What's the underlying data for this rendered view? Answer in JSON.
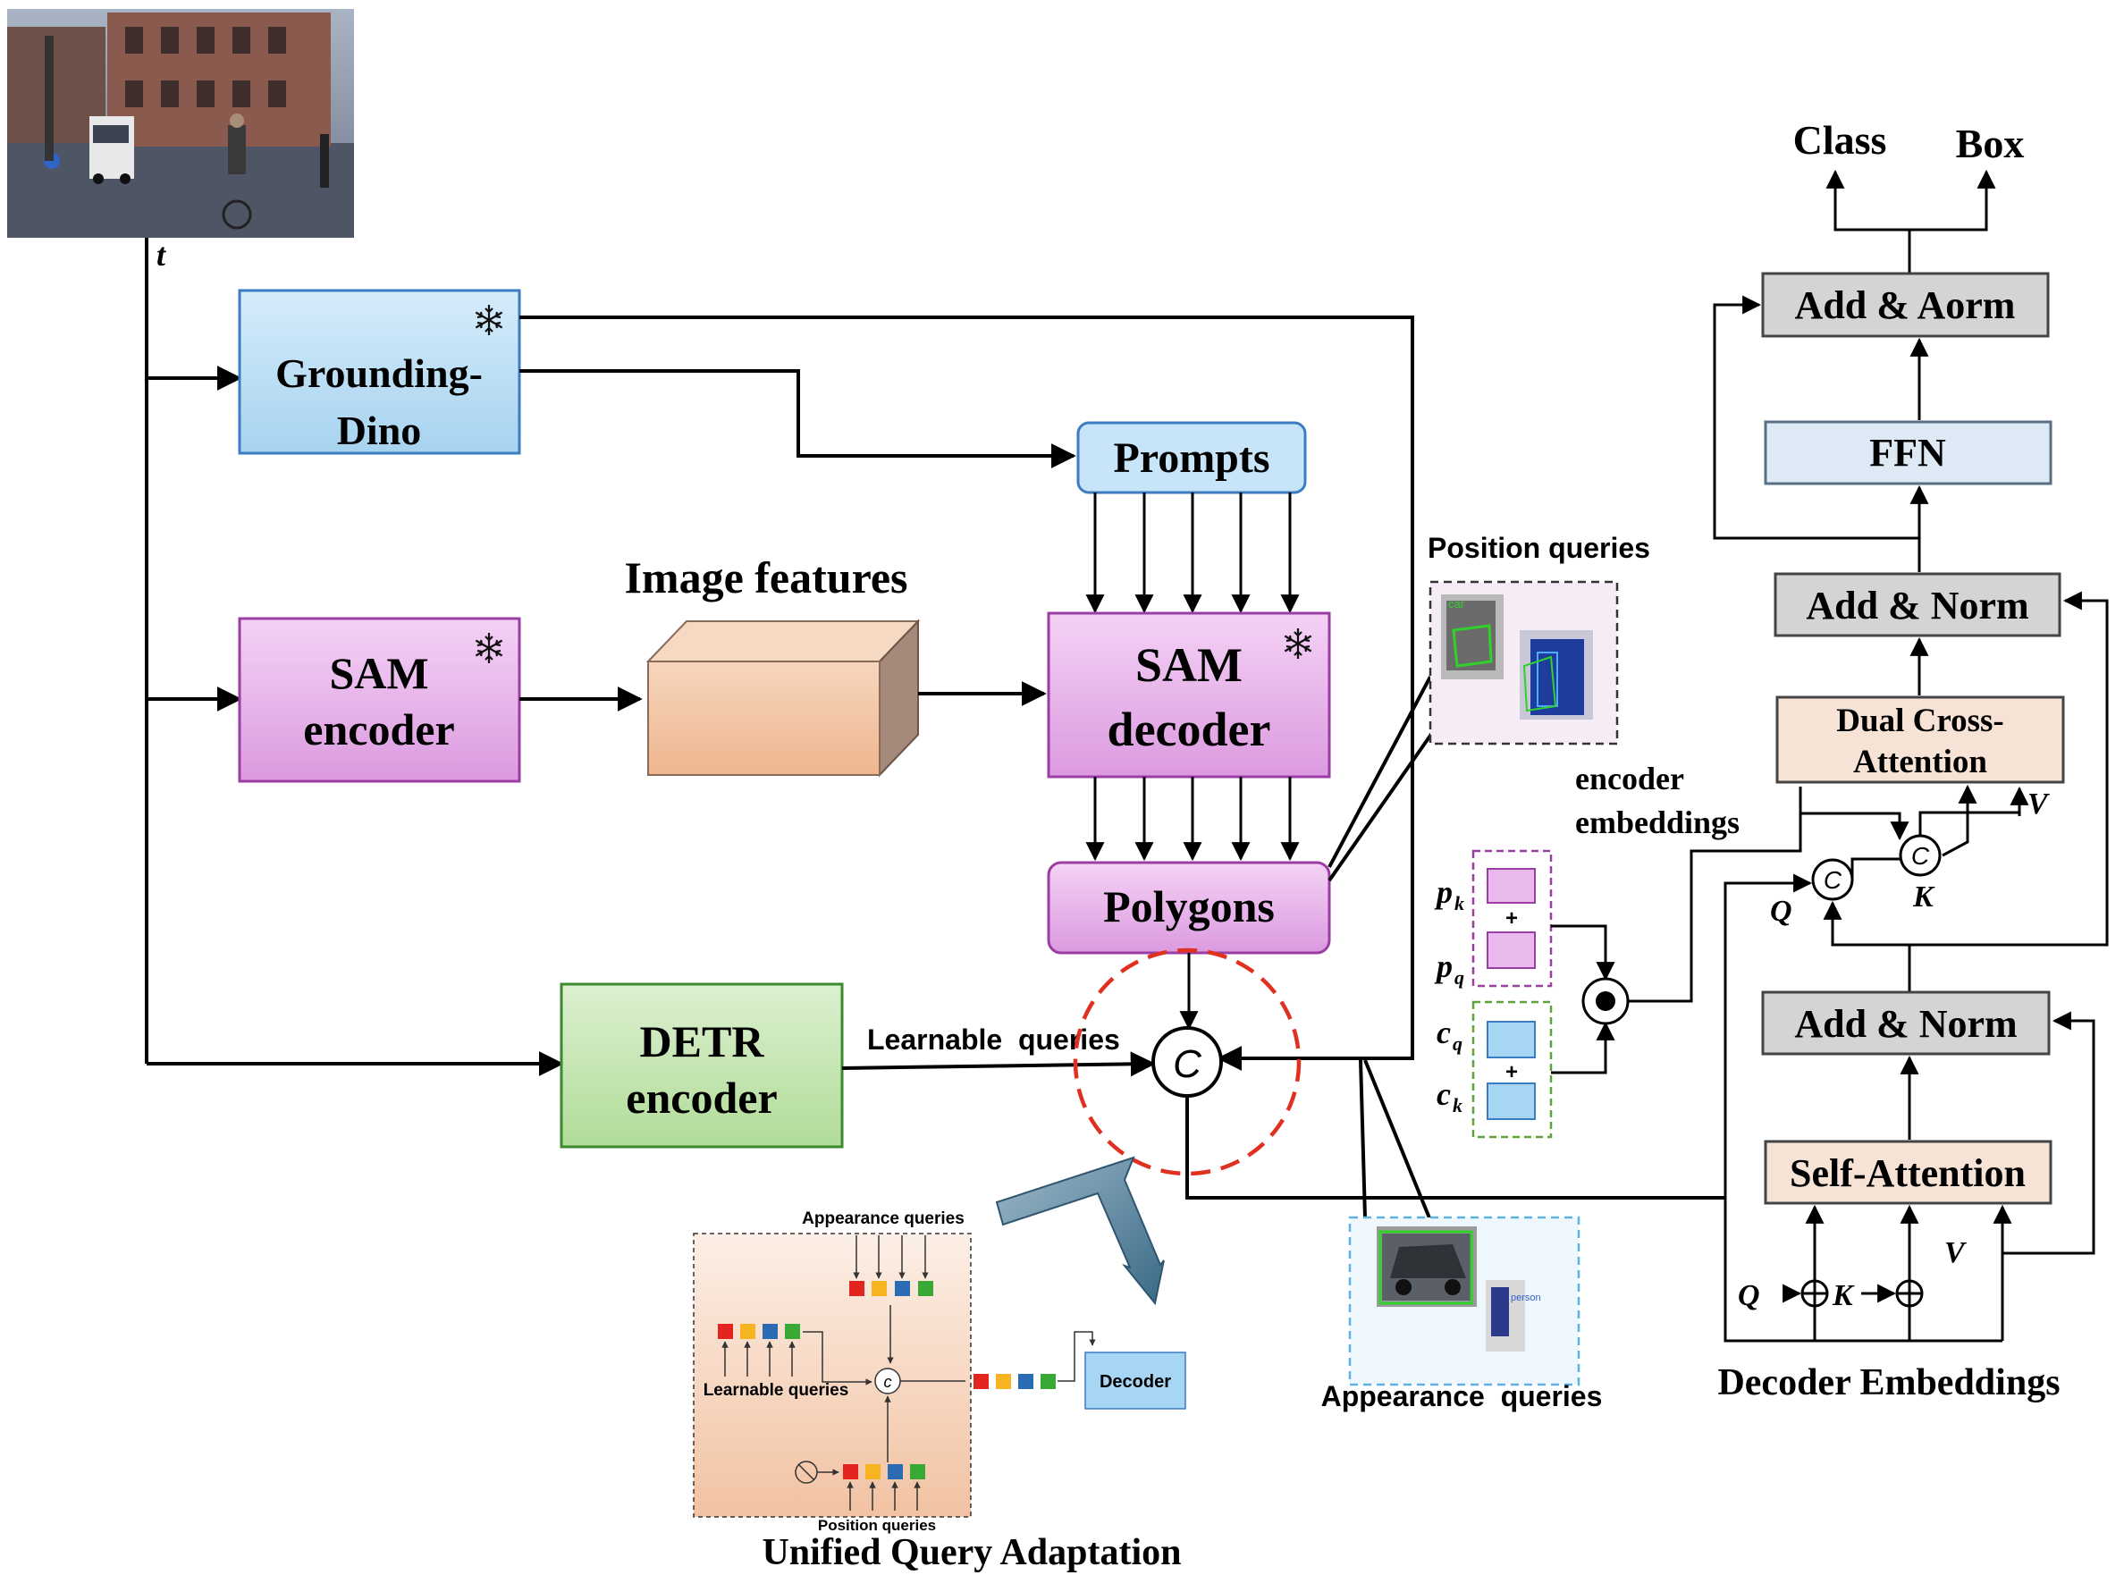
{
  "gd": {
    "line1": "Grounding-",
    "line2": "Dino"
  },
  "sam_enc": {
    "line1": "SAM",
    "line2": "encoder"
  },
  "img_feat": "Image features",
  "prompts": "Prompts",
  "sam_dec": {
    "line1": "SAM",
    "line2": "decoder"
  },
  "polygons": "Polygons",
  "detr": {
    "line1": "DETR",
    "line2": "encoder"
  },
  "learnable_queries": "Learnable  queries",
  "position_queries": "Position queries",
  "appearance_queries": "Appearance  queries",
  "encoder_embeddings": {
    "line1": "encoder",
    "line2": "embeddings"
  },
  "concat_symbol": "C",
  "t_label": "t",
  "pk": "p",
  "pk_sub": "k",
  "pq": "p",
  "pq_sub": "q",
  "cq": "c",
  "cq_sub": "q",
  "ck": "c",
  "ck_sub": "k",
  "plus": "+",
  "thumb_labels": {
    "car": "car",
    "person": "person"
  },
  "uqa": {
    "title": "Unified Query Adaptation",
    "appearance": "Appearance queries",
    "learnable": "Learnable queries",
    "position": "Position queries",
    "decoder": "Decoder",
    "c": "c"
  },
  "decoder": {
    "class": "Class",
    "box": "Box",
    "add_aorm": "Add & Aorm",
    "ffn": "FFN",
    "add_norm_top": "Add & Norm",
    "dual_line1": "Dual Cross-",
    "dual_line2": "Attention",
    "add_norm_mid": "Add & Norm",
    "self_attention": "Self-Attention",
    "embeddings": "Decoder Embeddings",
    "q": "Q",
    "k": "K",
    "v": "V",
    "c": "C"
  },
  "colors": {
    "grounding_dino": "#bfe0f5",
    "sam_box": "#e9b8ec",
    "prompts": "#c7e4f8",
    "detr": "#c6e6b5",
    "features": "#f2c6a4",
    "gray_box": "#d4d4d4",
    "ffn": "#dde9f5",
    "peach_box": "#f7e2d6",
    "red_dashed": "#e03020",
    "green_tokens": "#39a935",
    "red_token": "#e3251f",
    "yellow_token": "#f6b421",
    "blue_token": "#2a6bb3"
  },
  "icons": [
    "snowflake-icon",
    "concat-circle-icon",
    "dot-product-icon",
    "add-circle-icon",
    "bent-arrow-icon"
  ]
}
